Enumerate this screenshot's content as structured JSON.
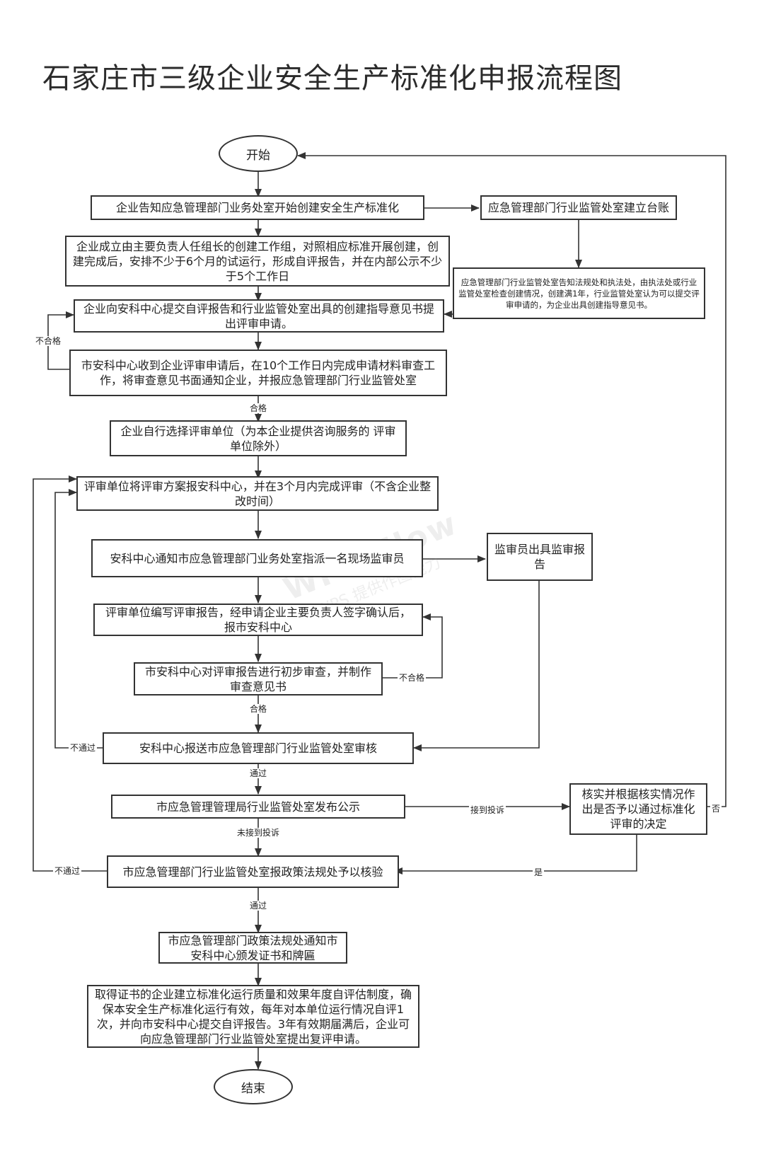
{
  "title": "石家庄市三级企业安全生产标准化申报流程图",
  "nodes": {
    "start": "开始",
    "n1": "企业告知应急管理部门业务处室开始创建安全生产标准化",
    "n1r": "应急管理部门行业监管处室建立台账",
    "n2": "企业成立由主要负责人任组长的创建工作组，对照相应标准开展创建，创建完成后，安排不少于6个月的试运行，形成自评报告，并在内部公示不少于5个工作日",
    "n2r": "应急管理部门行业监管处室告知法规处和执法处，由执法处或行业监管处室检查创建情况，创建满1年，行业监管处室认为可以提交评审申请的，为企业出具创建指导意见书。",
    "n3": "企业向安科中心提交自评报告和行业监管处室出具的创建指导意见书提出评审申请。",
    "n4": "市安科中心收到企业评审申请后，在10个工作日内完成申请材料审查工作，将审查意见书面通知企业，并报应急管理部门行业监管处室",
    "n5": "企业自行选择评审单位（为本企业提供咨询服务的 评审单位除外）",
    "n6": "评审单位将评审方案报安科中心，并在3个月内完成评审（不含企业整改时间）",
    "n7": "安科中心通知市应急管理部门业务处室指派一名现场监审员",
    "n7r": "监审员出具监审报告",
    "n8": "评审单位编写评审报告，经申请企业主要负责人签字确认后，报市安科中心",
    "n9": "市安科中心对评审报告进行初步审查，并制作审查意见书",
    "n10": "安科中心报送市应急管理部门行业监管处室审核",
    "n11": "市应急管理管理局行业监管处室发布公示",
    "n11r": "核实并根据核实情况作出是否予以通过标准化评审的决定",
    "n12": "市应急管理部门行业监管处室报政策法规处予以核验",
    "n13": "市应急管理部门政策法规处通知市安科中心颁发证书和牌匾",
    "n14": "取得证书的企业建立标准化运行质量和效果年度自评估制度，确保本安全生产标准化运行有效，每年对本单位运行情况自评1次，并向市安科中心提交自评报告。3年有效期届满后，企业可向应急管理部门行业监管处室提出复评申请。",
    "end": "结束"
  },
  "labels": {
    "fail1": "不合格",
    "pass1": "合格",
    "fail2": "不合格",
    "pass2": "合格",
    "notpass1": "不通过",
    "pass3": "通过",
    "complaint": "接到投诉",
    "nocomplaint": "未接到投诉",
    "no": "否",
    "yes": "是",
    "notpass2": "不通过",
    "pass4": "通过"
  },
  "watermark": {
    "line1": "WPS Flow",
    "line2": "WPS 提供作图能力"
  }
}
